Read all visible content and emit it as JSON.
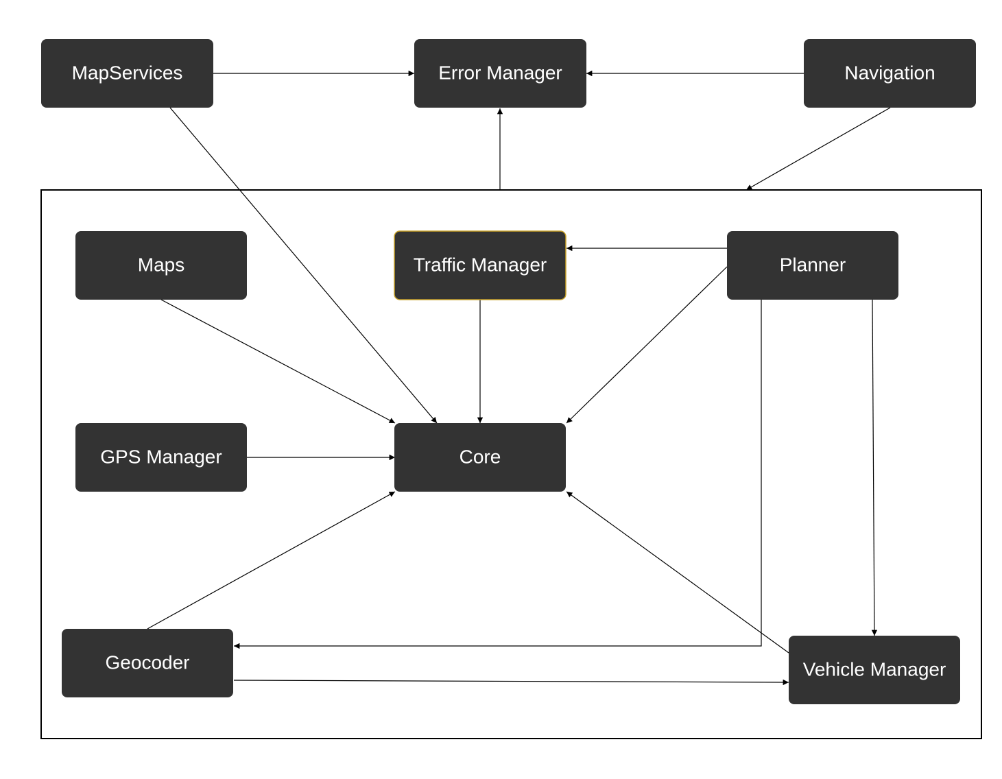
{
  "colors": {
    "node_fill": "#333333",
    "node_text": "#ffffff",
    "edge": "#000000",
    "highlight_border": "#c9a227",
    "container_border": "#000000"
  },
  "nodes": {
    "mapservices": "MapServices",
    "error_manager": "Error Manager",
    "navigation": "Navigation",
    "maps": "Maps",
    "traffic_manager": "Traffic Manager",
    "planner": "Planner",
    "gps_manager": "GPS Manager",
    "core": "Core",
    "geocoder": "Geocoder",
    "vehicle_manager": "Vehicle Manager"
  },
  "edges": [
    {
      "from": "MapServices",
      "to": "Error Manager"
    },
    {
      "from": "Navigation",
      "to": "Error Manager"
    },
    {
      "from": "Navigation",
      "to": "system container"
    },
    {
      "from": "system container",
      "to": "Error Manager"
    },
    {
      "from": "MapServices",
      "to": "Core"
    },
    {
      "from": "Maps",
      "to": "Core"
    },
    {
      "from": "Traffic Manager",
      "to": "Core"
    },
    {
      "from": "Planner",
      "to": "Traffic Manager"
    },
    {
      "from": "Planner",
      "to": "Core"
    },
    {
      "from": "Planner",
      "to": "Vehicle Manager"
    },
    {
      "from": "Planner",
      "to": "Geocoder"
    },
    {
      "from": "GPS Manager",
      "to": "Core"
    },
    {
      "from": "Geocoder",
      "to": "Core"
    },
    {
      "from": "Geocoder",
      "to": "Vehicle Manager"
    },
    {
      "from": "Vehicle Manager",
      "to": "Core"
    }
  ]
}
